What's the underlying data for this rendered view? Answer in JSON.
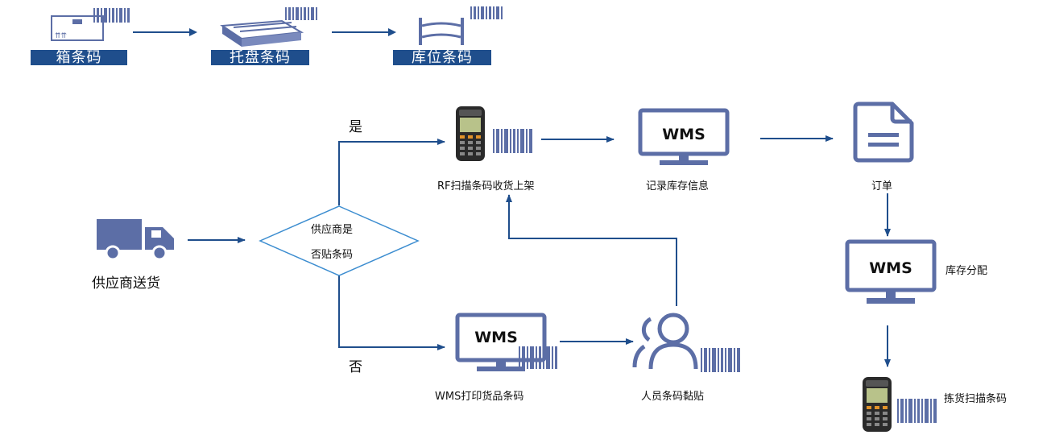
{
  "colors": {
    "primary": "#1f4e8c",
    "accent": "#5c6ea6",
    "line": "#1f4e8c",
    "diamond": "#3c8dd0"
  },
  "top_chain": {
    "box": "箱条码",
    "pallet": "托盘条码",
    "location": "库位条码"
  },
  "flow": {
    "supplier_delivery": "供应商送货",
    "decision_line1": "供应商是",
    "decision_line2": "否贴条码",
    "yes": "是",
    "no": "否",
    "rf_scan": "RF扫描条码收货上架",
    "record_inventory": "记录库存信息",
    "order": "订单",
    "wms_print": "WMS打印货品条码",
    "staff_label": "人员条码黏贴",
    "inventory_alloc": "库存分配",
    "pick_scan": "拣货扫描条码",
    "wms": "WMS"
  },
  "icons": [
    "box-icon",
    "pallet-icon",
    "shelf-icon",
    "truck-icon",
    "scanner-icon",
    "monitor-icon",
    "document-icon",
    "people-icon",
    "barcode-icon"
  ]
}
